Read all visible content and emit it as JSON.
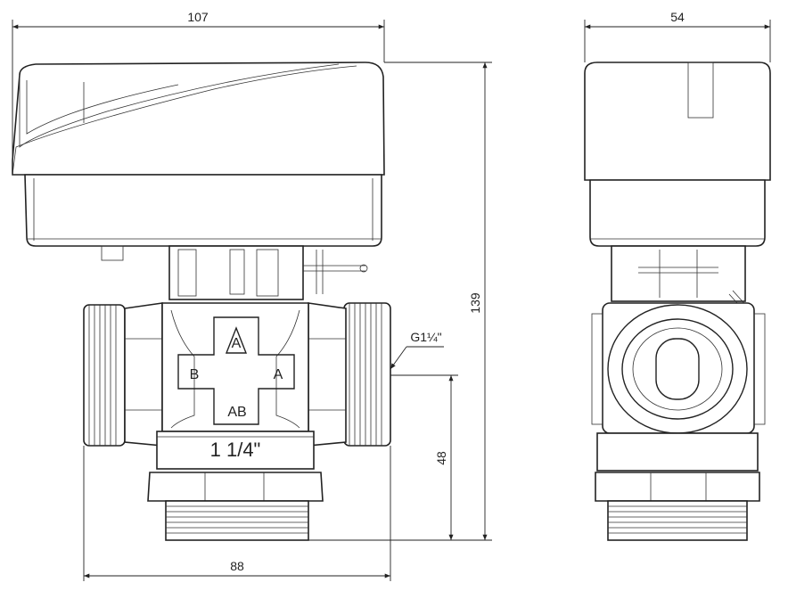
{
  "dimensions": {
    "width_total": "107",
    "side_width": "54",
    "height_total": "139",
    "height_port": "48",
    "width_valve": "88"
  },
  "thread_callout": "G1¼\"",
  "port_labels": {
    "a_top": "A",
    "b": "B",
    "a": "A",
    "ab": "AB"
  },
  "size_marking": "1 1/4\""
}
